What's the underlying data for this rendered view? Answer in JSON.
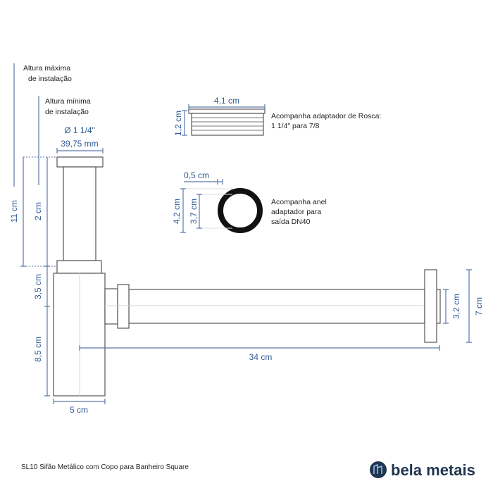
{
  "watermark": "bela metais",
  "labels": {
    "max_height": [
      "Altura máxima",
      "de instalação"
    ],
    "min_height": [
      "Altura mínima",
      "de instalação"
    ],
    "diameter_inch": "Ø 1 1/4\"",
    "diameter_mm": "39,75 mm",
    "total_height": "11 cm",
    "tube_height": "2 cm",
    "upper_body": "3,5 cm",
    "lower_body": "8,5 cm",
    "body_width": "5 cm",
    "horizontal_length": "34 cm",
    "pipe_diameter": "3,2 cm",
    "flange_diameter": "7 cm"
  },
  "thread_adapter": {
    "width": "4,1 cm",
    "height": "1,2 cm",
    "note": [
      "Acompanha adaptador de Rosca:",
      "1 1/4\" para 7/8"
    ]
  },
  "ring_adapter": {
    "thickness": "0,5 cm",
    "outer": "4,2 cm",
    "inner": "3,7 cm",
    "note": [
      "Acompanha anel",
      "adaptador para",
      "saída DN40"
    ]
  },
  "footer": {
    "product": "SL10  Sifão Metálico com Copo para Banheiro Square",
    "brand": "bela metais",
    "brand_color": "#1f3550"
  }
}
